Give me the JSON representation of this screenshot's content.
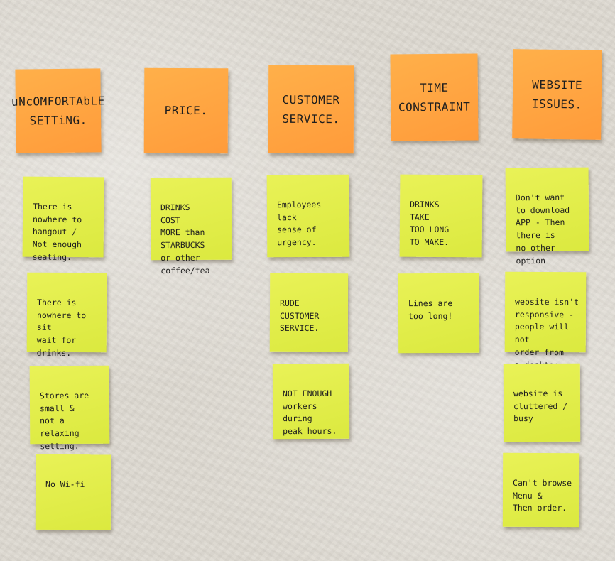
{
  "board": {
    "categories": [
      {
        "header": "uNcOMFORTAbLE\nSETTiNG.",
        "notes": [
          "There is\nnowhere to\nhangout /\nNot enough\nseating.",
          "There is\nnowhere to sit\nwait for\ndrinks.",
          "Stores are\nsmall &\nnot a relaxing\nsetting.",
          "No Wi-fi"
        ]
      },
      {
        "header": "PRICE.",
        "notes": [
          "DRINKS\nCOST\nMORE than\nSTARBUCKS\nor other coffee/tea"
        ]
      },
      {
        "header": "CUSTOMER\nSERVICE.",
        "notes": [
          "Employees\nlack\nsense of\nurgency.",
          "RUDE\nCUSTOMER\nSERVICE.",
          "NOT ENOUGH\nworkers during\npeak hours."
        ]
      },
      {
        "header": "TIME\nCONSTRAINT",
        "notes": [
          "DRINKS\nTAKE\nTOO LONG\nTO MAKE.",
          "Lines are\ntoo long!"
        ]
      },
      {
        "header": "WEBSITE\nISSUES.",
        "notes": [
          "Don't want\nto download\nAPP - Then\nthere is\nno other option",
          "website isn't\nresponsive -\npeople will not\norder from\na desktop\n(usually)",
          "website is\ncluttered /\nbusy",
          "Can't browse\nMenu &\nThen order."
        ]
      }
    ]
  }
}
